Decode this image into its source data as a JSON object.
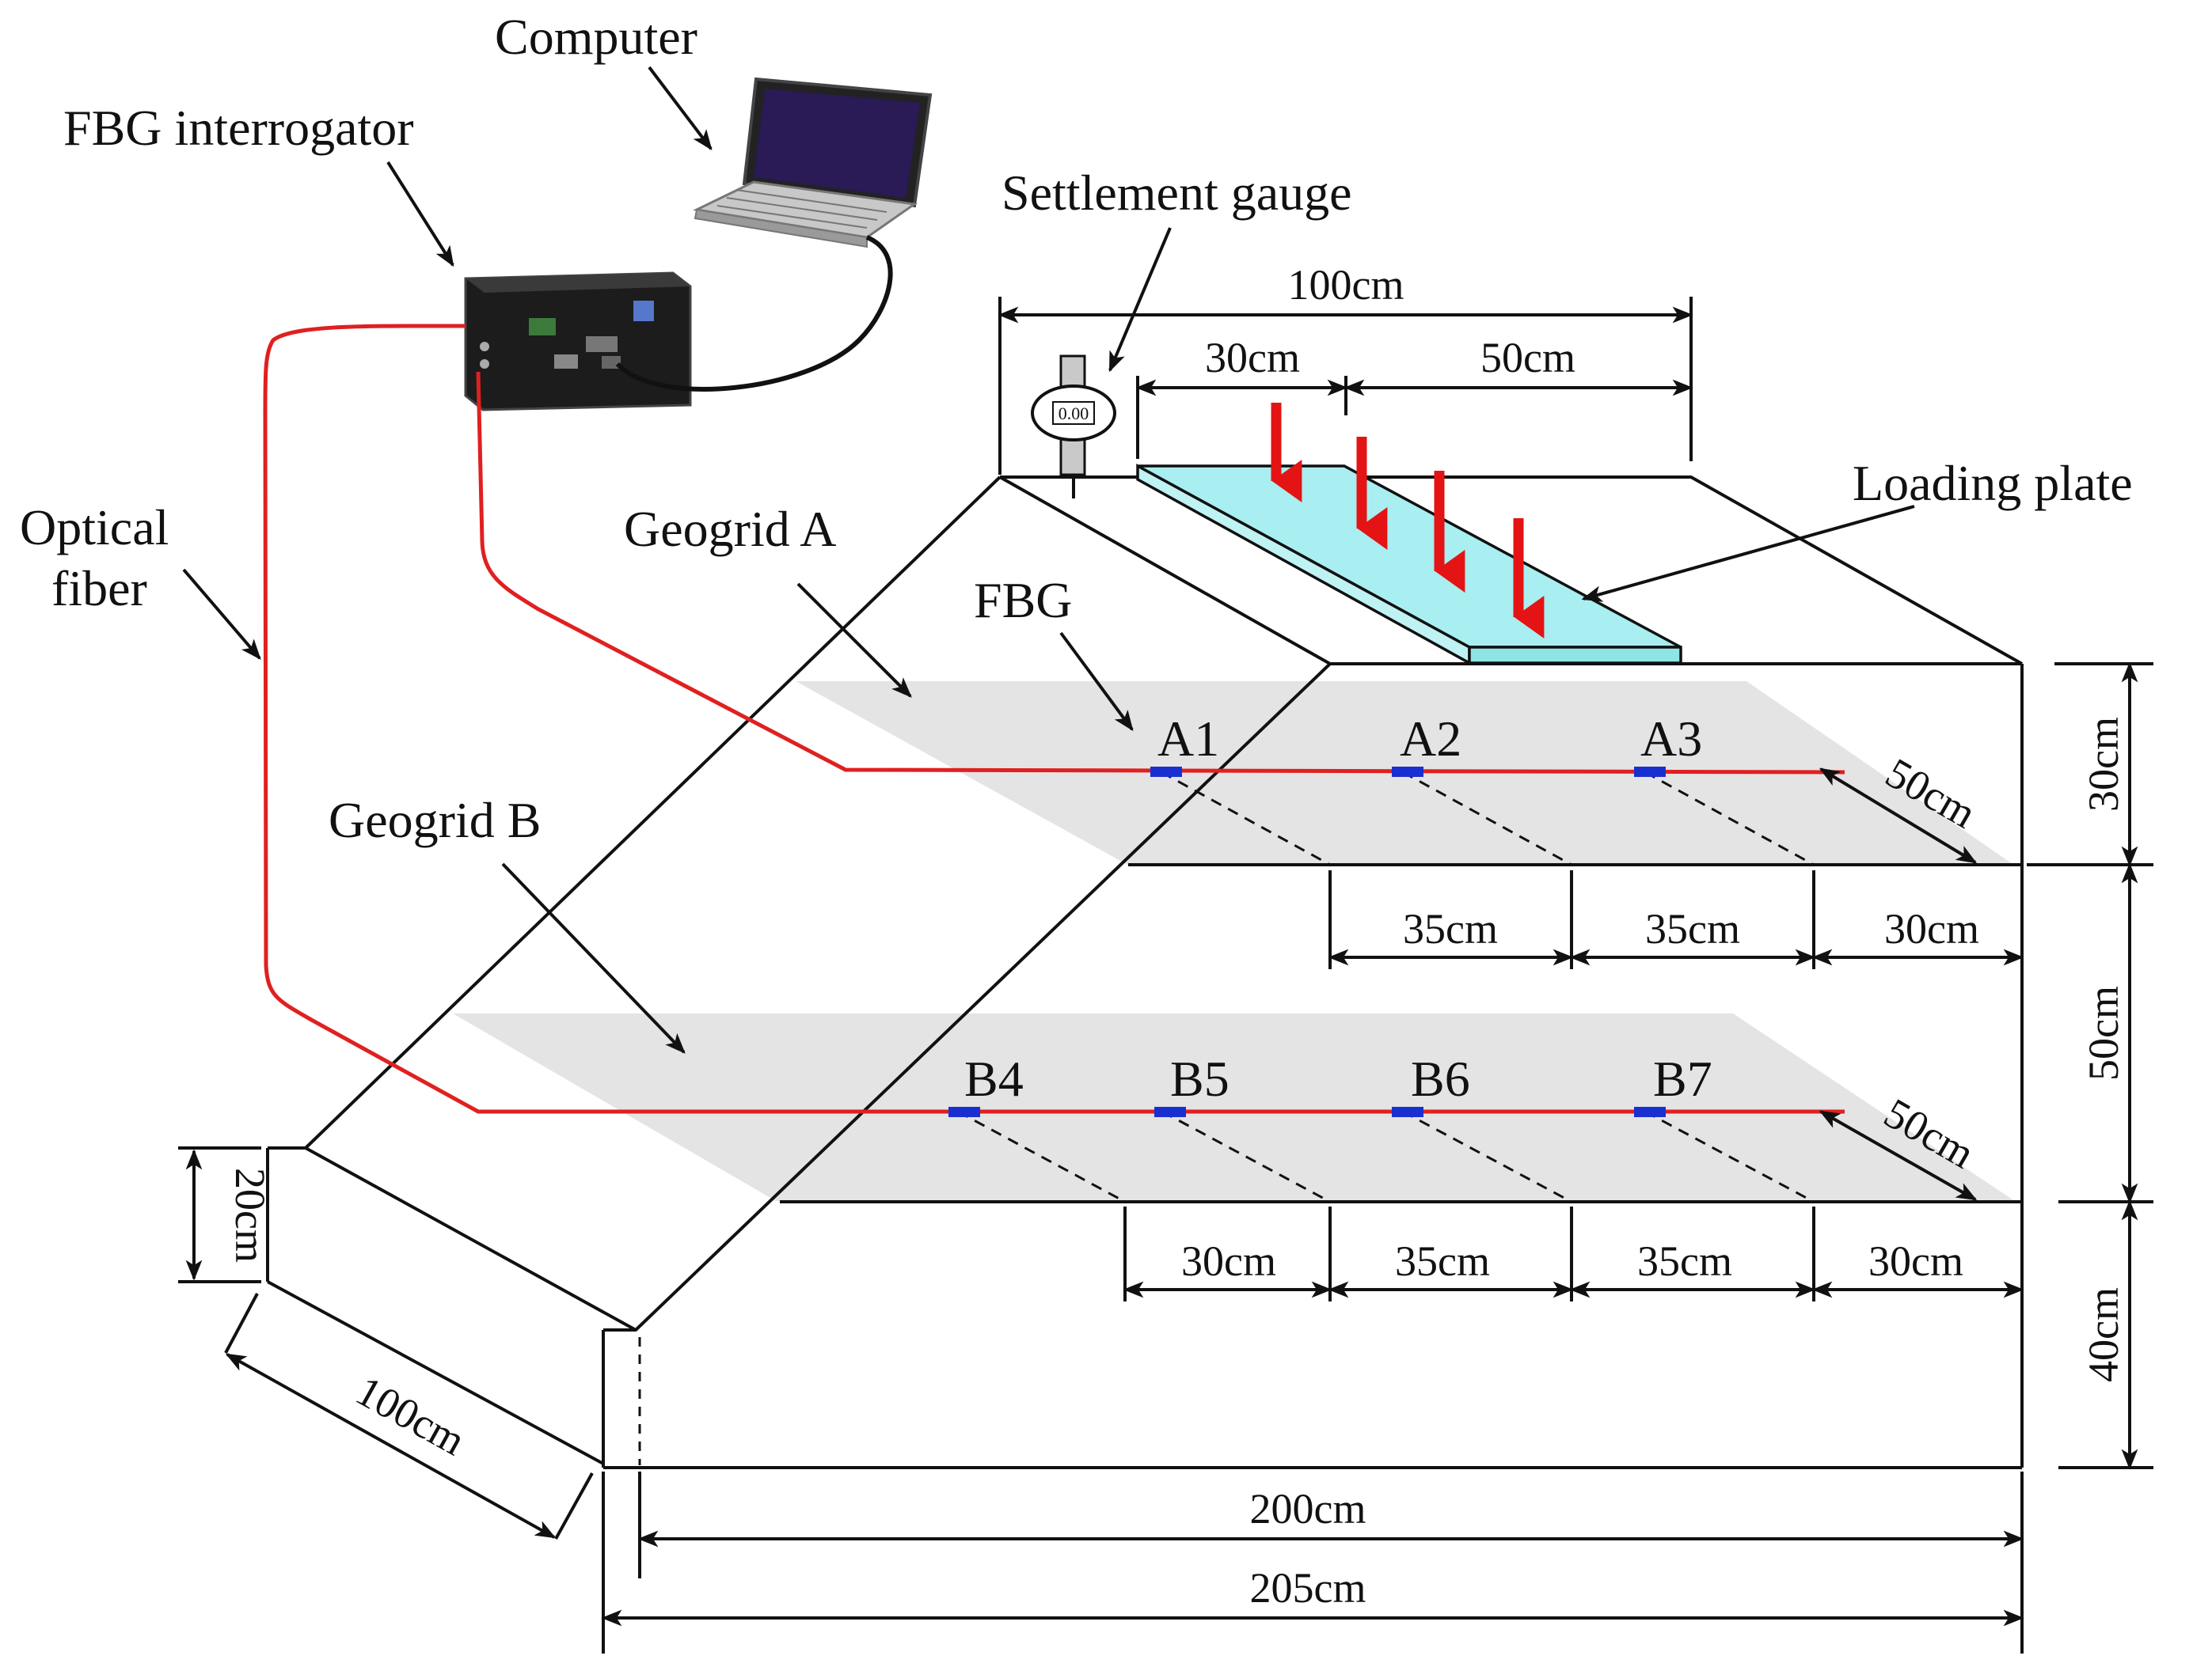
{
  "labels": {
    "computer": "Computer",
    "interrogator": "FBG interrogator",
    "optical_fiber_line1": "Optical",
    "optical_fiber_line2": "fiber",
    "settlement_gauge": "Settlement  gauge",
    "gauge_readout": "0.00",
    "loading_plate": "Loading plate",
    "geogrid_a": "Geogrid A",
    "geogrid_b": "Geogrid B",
    "fbg": "FBG"
  },
  "sensors": {
    "a1": "A1",
    "a2": "A2",
    "a3": "A3",
    "b4": "B4",
    "b5": "B5",
    "b6": "B6",
    "b7": "B7"
  },
  "dimensions": {
    "top_width": "100cm",
    "top_left": "30cm",
    "top_right": "50cm",
    "layer_top": "30cm",
    "layer_mid": "50cm",
    "layer_bottom": "40cm",
    "depth_a": "50cm",
    "depth_b": "50cm",
    "a_spacing_1": "35cm",
    "a_spacing_2": "35cm",
    "a_spacing_3": "30cm",
    "b_spacing_1": "30cm",
    "b_spacing_2": "35cm",
    "b_spacing_3": "35cm",
    "b_spacing_4": "30cm",
    "toe_height": "20cm",
    "toe_depth": "100cm",
    "base_200": "200cm",
    "base_205": "205cm"
  },
  "colors": {
    "fiber": "#e02020",
    "fbg_mark": "#1a2fd0",
    "plate": "#a9eef0",
    "geogrid": "#e4e4e4",
    "load_arrow": "#e41414"
  }
}
